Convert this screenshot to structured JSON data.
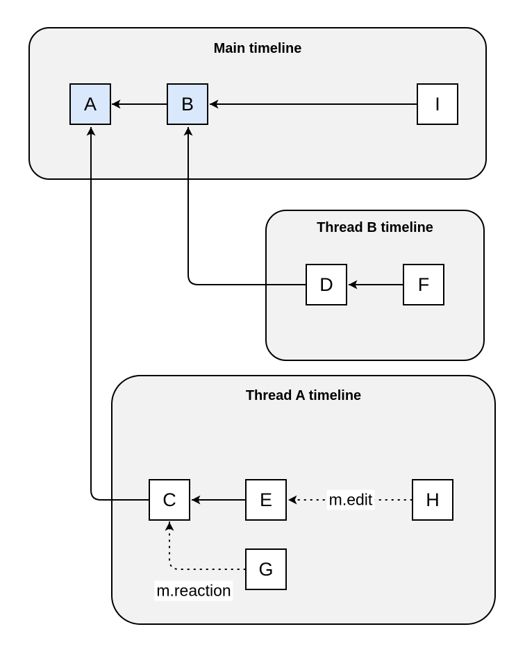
{
  "colors": {
    "container_fill": "#f2f2f2",
    "container_stroke": "#000000",
    "node_fill": "#ffffff",
    "node_fill_highlighted": "#dae8fc",
    "node_stroke": "#000000",
    "edge_color": "#000000",
    "label_background": "#ffffff"
  },
  "containers": {
    "main": {
      "title": "Main timeline"
    },
    "thread_b": {
      "title": "Thread B timeline"
    },
    "thread_a": {
      "title": "Thread A timeline"
    }
  },
  "nodes": {
    "a": {
      "label": "A",
      "container": "main",
      "highlighted": true
    },
    "b": {
      "label": "B",
      "container": "main",
      "highlighted": true
    },
    "i": {
      "label": "I",
      "container": "main",
      "highlighted": false
    },
    "d": {
      "label": "D",
      "container": "thread_b",
      "highlighted": false
    },
    "f": {
      "label": "F",
      "container": "thread_b",
      "highlighted": false
    },
    "c": {
      "label": "C",
      "container": "thread_a",
      "highlighted": false
    },
    "e": {
      "label": "E",
      "container": "thread_a",
      "highlighted": false
    },
    "h": {
      "label": "H",
      "container": "thread_a",
      "highlighted": false
    },
    "g": {
      "label": "G",
      "container": "thread_a",
      "highlighted": false
    }
  },
  "edges": [
    {
      "from": "B",
      "to": "A",
      "style": "solid",
      "label": ""
    },
    {
      "from": "I",
      "to": "B",
      "style": "solid",
      "label": ""
    },
    {
      "from": "F",
      "to": "D",
      "style": "solid",
      "label": ""
    },
    {
      "from": "D",
      "to": "B",
      "style": "solid",
      "label": ""
    },
    {
      "from": "E",
      "to": "C",
      "style": "solid",
      "label": ""
    },
    {
      "from": "C",
      "to": "A",
      "style": "solid",
      "label": ""
    },
    {
      "from": "H",
      "to": "E",
      "style": "dotted",
      "label": "m.edit"
    },
    {
      "from": "G",
      "to": "C",
      "style": "dotted",
      "label": "m.reaction"
    }
  ],
  "edge_labels": {
    "edit": "m.edit",
    "reaction": "m.reaction"
  }
}
